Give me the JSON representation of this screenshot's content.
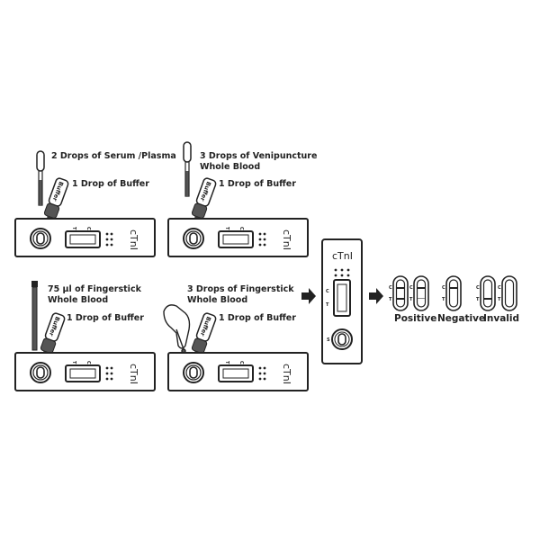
{
  "panels": [
    {
      "sample_lines": [
        "2 Drops of Serum /Plasma"
      ],
      "buffer": "1 Drop of Buffer"
    },
    {
      "sample_lines": [
        "3 Drops of Venipuncture",
        "Whole Blood"
      ],
      "buffer": "1 Drop of Buffer"
    },
    {
      "sample_lines": [
        "75 µl of Fingerstick",
        "Whole Blood"
      ],
      "buffer": "1 Drop of Buffer"
    },
    {
      "sample_lines": [
        "3 Drops of Fingerstick",
        "Whole Blood"
      ],
      "buffer": "1 Drop of Buffer"
    }
  ],
  "cassette": {
    "brand": "cTnI",
    "t": "T",
    "c": "C",
    "s": "S",
    "bottle": "Buffer"
  },
  "results": {
    "positive": "Positive",
    "negative": "Negative",
    "invalid": "Invalid",
    "c": "C",
    "t": "T"
  },
  "colors": {
    "ink": "#222222",
    "fill": "#555555"
  }
}
